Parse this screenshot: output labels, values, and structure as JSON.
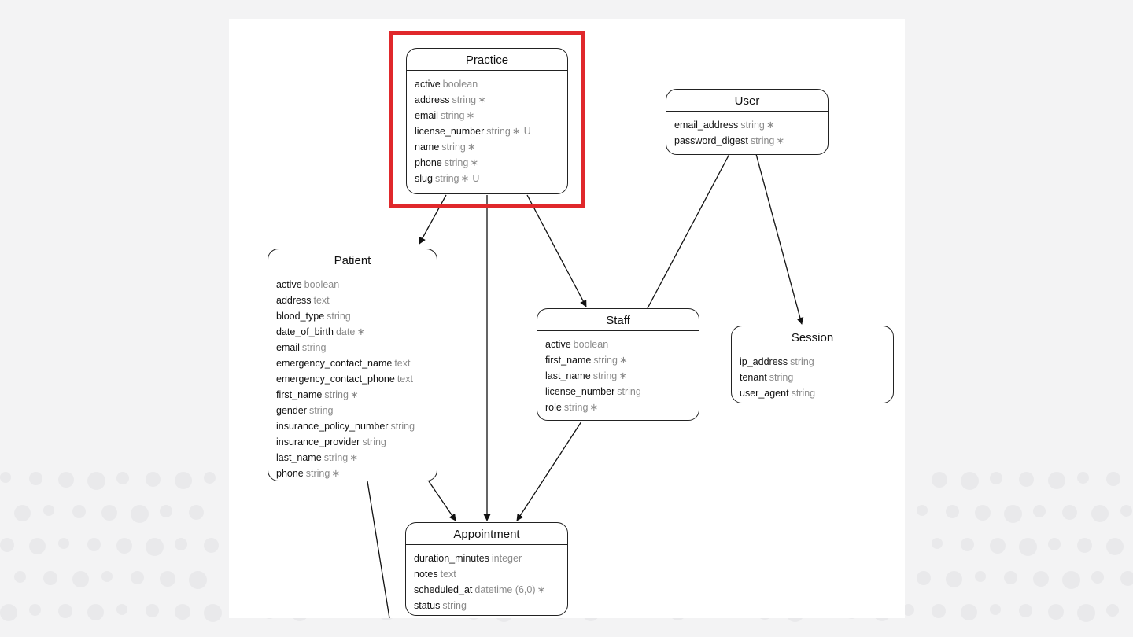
{
  "diagram": {
    "highlight_color": "#e0282b",
    "entities": {
      "practice": {
        "title": "Practice",
        "attributes": [
          {
            "name": "active",
            "type": "boolean",
            "required": "",
            "unique": ""
          },
          {
            "name": "address",
            "type": "string",
            "required": "∗",
            "unique": ""
          },
          {
            "name": "email",
            "type": "string",
            "required": "∗",
            "unique": ""
          },
          {
            "name": "license_number",
            "type": "string",
            "required": "∗",
            "unique": "U"
          },
          {
            "name": "name",
            "type": "string",
            "required": "∗",
            "unique": ""
          },
          {
            "name": "phone",
            "type": "string",
            "required": "∗",
            "unique": ""
          },
          {
            "name": "slug",
            "type": "string",
            "required": "∗",
            "unique": "U"
          }
        ]
      },
      "user": {
        "title": "User",
        "attributes": [
          {
            "name": "email_address",
            "type": "string",
            "required": "∗",
            "unique": ""
          },
          {
            "name": "password_digest",
            "type": "string",
            "required": "∗",
            "unique": ""
          }
        ]
      },
      "patient": {
        "title": "Patient",
        "attributes": [
          {
            "name": "active",
            "type": "boolean",
            "required": "",
            "unique": ""
          },
          {
            "name": "address",
            "type": "text",
            "required": "",
            "unique": ""
          },
          {
            "name": "blood_type",
            "type": "string",
            "required": "",
            "unique": ""
          },
          {
            "name": "date_of_birth",
            "type": "date",
            "required": "∗",
            "unique": ""
          },
          {
            "name": "email",
            "type": "string",
            "required": "",
            "unique": ""
          },
          {
            "name": "emergency_contact_name",
            "type": "text",
            "required": "",
            "unique": ""
          },
          {
            "name": "emergency_contact_phone",
            "type": "text",
            "required": "",
            "unique": ""
          },
          {
            "name": "first_name",
            "type": "string",
            "required": "∗",
            "unique": ""
          },
          {
            "name": "gender",
            "type": "string",
            "required": "",
            "unique": ""
          },
          {
            "name": "insurance_policy_number",
            "type": "string",
            "required": "",
            "unique": ""
          },
          {
            "name": "insurance_provider",
            "type": "string",
            "required": "",
            "unique": ""
          },
          {
            "name": "last_name",
            "type": "string",
            "required": "∗",
            "unique": ""
          },
          {
            "name": "phone",
            "type": "string",
            "required": "∗",
            "unique": ""
          }
        ]
      },
      "staff": {
        "title": "Staff",
        "attributes": [
          {
            "name": "active",
            "type": "boolean",
            "required": "",
            "unique": ""
          },
          {
            "name": "first_name",
            "type": "string",
            "required": "∗",
            "unique": ""
          },
          {
            "name": "last_name",
            "type": "string",
            "required": "∗",
            "unique": ""
          },
          {
            "name": "license_number",
            "type": "string",
            "required": "",
            "unique": ""
          },
          {
            "name": "role",
            "type": "string",
            "required": "∗",
            "unique": ""
          }
        ]
      },
      "session": {
        "title": "Session",
        "attributes": [
          {
            "name": "ip_address",
            "type": "string",
            "required": "",
            "unique": ""
          },
          {
            "name": "tenant",
            "type": "string",
            "required": "",
            "unique": ""
          },
          {
            "name": "user_agent",
            "type": "string",
            "required": "",
            "unique": ""
          }
        ]
      },
      "appointment": {
        "title": "Appointment",
        "attributes": [
          {
            "name": "duration_minutes",
            "type": "integer",
            "required": "",
            "unique": ""
          },
          {
            "name": "notes",
            "type": "text",
            "required": "",
            "unique": ""
          },
          {
            "name": "scheduled_at",
            "type": "datetime (6,0)",
            "required": "∗",
            "unique": ""
          },
          {
            "name": "status",
            "type": "string",
            "required": "",
            "unique": ""
          }
        ]
      }
    }
  }
}
